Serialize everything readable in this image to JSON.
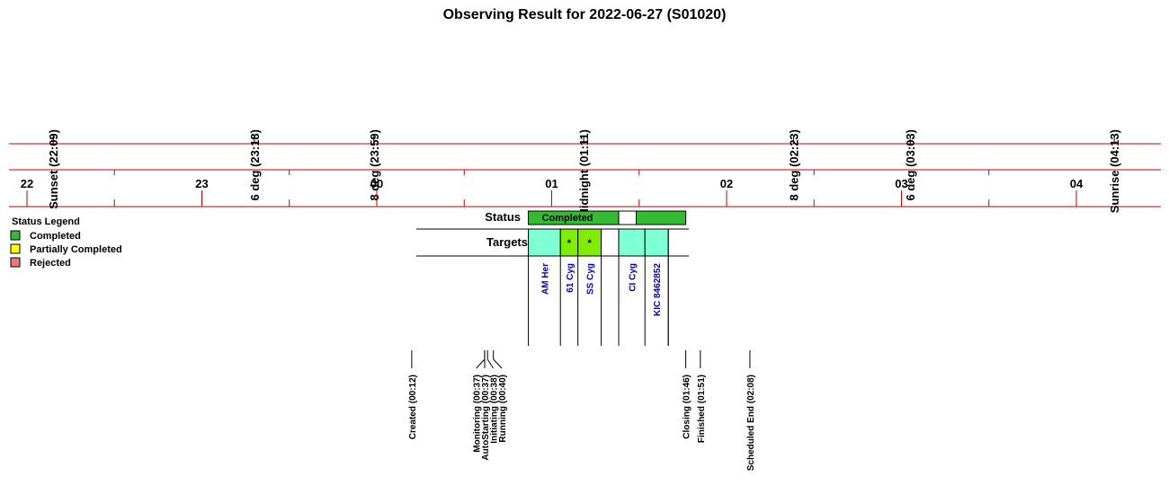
{
  "chart_data": {
    "type": "timeline",
    "title": "Observing Result for 2022-06-27 (S01020)",
    "hour_ticks": [
      "22",
      "23",
      "00",
      "01",
      "02",
      "03",
      "04"
    ],
    "events": [
      {
        "label": "Sunset (22:09)",
        "time": "22:09"
      },
      {
        "label": "6 deg (23:18)",
        "time": "23:18"
      },
      {
        "label": "8 deg (23:59)",
        "time": "23:59"
      },
      {
        "label": "Midnight (01:11)",
        "time": "01:11"
      },
      {
        "label": "8 deg (02:23)",
        "time": "02:23"
      },
      {
        "label": "6 deg (03:03)",
        "time": "03:03"
      },
      {
        "label": "Sunrise (04:13)",
        "time": "04:13"
      }
    ],
    "legend": {
      "title": "Status Legend",
      "items": [
        {
          "label": "Completed",
          "color": "#33bb33"
        },
        {
          "label": "Partially Completed",
          "color": "#ffff00"
        },
        {
          "label": "Rejected",
          "color": "#ee7777"
        }
      ]
    },
    "row_labels": {
      "status": "Status",
      "targets": "Targets"
    },
    "status_segments": [
      {
        "label": "Completed",
        "start": "00:52",
        "end": "01:23",
        "color": "#33bb33"
      },
      {
        "label": "",
        "start": "01:23",
        "end": "01:29",
        "color": "#ffffff"
      },
      {
        "label": "",
        "start": "01:29",
        "end": "01:46",
        "color": "#33bb33"
      }
    ],
    "targets": [
      {
        "label": "AM Her",
        "start": "00:52",
        "end": "01:03",
        "color": "#7fffd4",
        "mark": ""
      },
      {
        "label": "61 Cyg",
        "start": "01:03",
        "end": "01:09",
        "color": "#80ee00",
        "mark": "*"
      },
      {
        "label": "SS Cyg",
        "start": "01:09",
        "end": "01:17",
        "color": "#80ee00",
        "mark": "*"
      },
      {
        "label": "",
        "start": "01:17",
        "end": "01:23",
        "color": "#ffffff",
        "mark": ""
      },
      {
        "label": "CI Cyg",
        "start": "01:23",
        "end": "01:32",
        "color": "#7fffd4",
        "mark": ""
      },
      {
        "label": "KIC 8462852",
        "start": "01:32",
        "end": "01:40",
        "color": "#7fffd4",
        "mark": ""
      }
    ],
    "status_events": [
      {
        "label": "Created (00:12)",
        "time": "00:12"
      },
      {
        "label": "Monitoring (00:37)",
        "time": "00:37"
      },
      {
        "label": "AutoStarting (00:37)",
        "time": "00:37"
      },
      {
        "label": "Initiating (00:38)",
        "time": "00:38"
      },
      {
        "label": "Running (00:40)",
        "time": "00:40"
      },
      {
        "label": "Closing (01:46)",
        "time": "01:46"
      },
      {
        "label": "Finished (01:51)",
        "time": "01:51"
      },
      {
        "label": "Scheduled End (02:08)",
        "time": "02:08"
      }
    ],
    "line_color": "#cc0000"
  }
}
